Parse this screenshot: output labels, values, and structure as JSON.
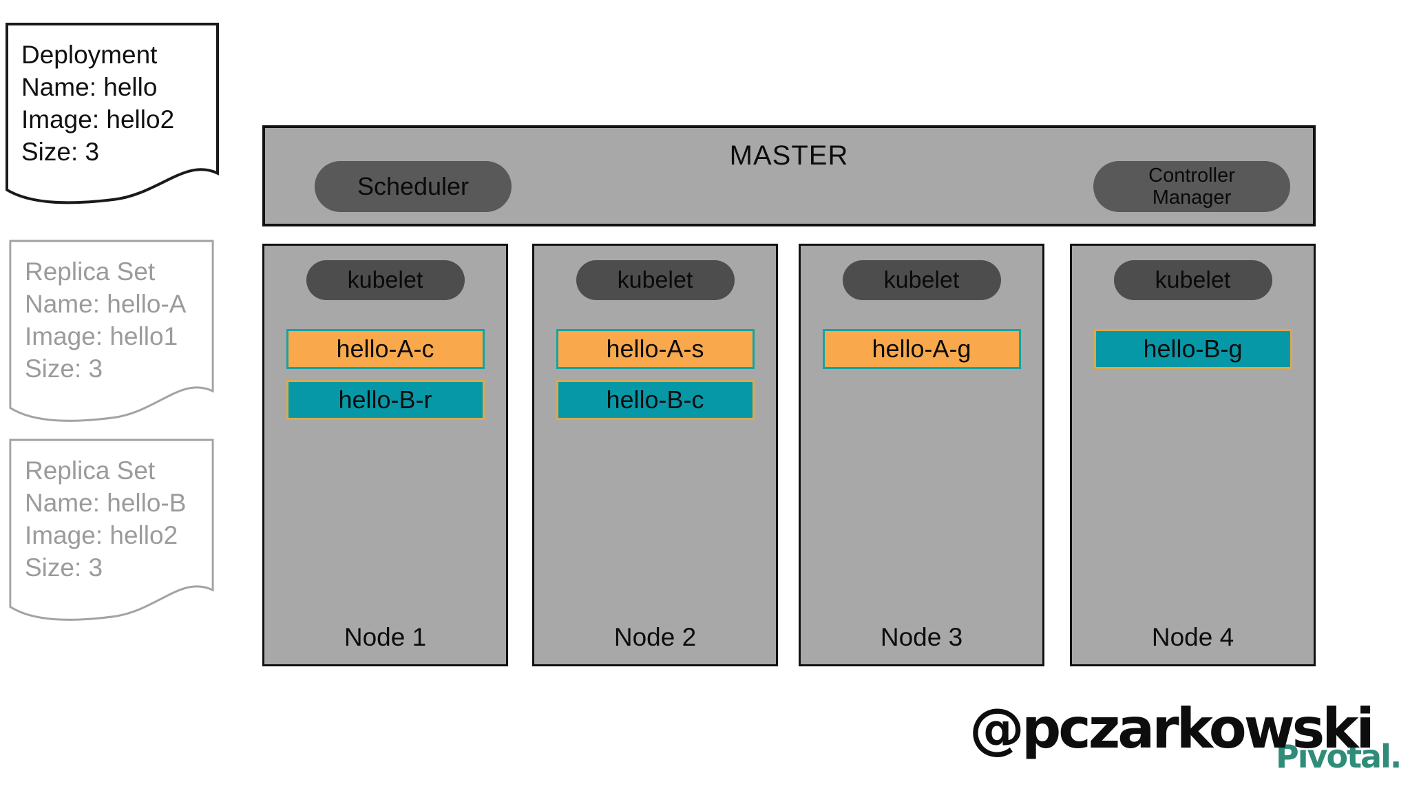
{
  "colors": {
    "panel_gray": "#a8a8a8",
    "pill_master": "#595959",
    "pill_kubelet": "#4d4d4d",
    "pod_orange": "#f9a94c",
    "pod_orange_border": "#14a3a3",
    "pod_teal": "#0798a8",
    "pod_teal_border": "#dca94e",
    "pivotal_teal": "#2e8c78"
  },
  "notes": {
    "deployment": {
      "lines": [
        "Deployment",
        "Name: hello",
        "Image: hello2",
        "Size: 3"
      ]
    },
    "replicaset_a": {
      "lines": [
        "Replica Set",
        "Name: hello-A",
        "Image: hello1",
        "Size: 3"
      ]
    },
    "replicaset_b": {
      "lines": [
        "Replica Set",
        "Name: hello-B",
        "Image: hello2",
        "Size: 3"
      ]
    }
  },
  "master": {
    "title": "MASTER",
    "scheduler_label": "Scheduler",
    "controller_line1": "Controller",
    "controller_line2": "Manager"
  },
  "nodes": [
    {
      "label": "Node 1",
      "kubelet": "kubelet",
      "pods": [
        {
          "text": "hello-A-c",
          "variant": "orange"
        },
        {
          "text": "hello-B-r",
          "variant": "teal"
        }
      ]
    },
    {
      "label": "Node 2",
      "kubelet": "kubelet",
      "pods": [
        {
          "text": "hello-A-s",
          "variant": "orange"
        },
        {
          "text": "hello-B-c",
          "variant": "teal"
        }
      ]
    },
    {
      "label": "Node 3",
      "kubelet": "kubelet",
      "pods": [
        {
          "text": "hello-A-g",
          "variant": "orange"
        }
      ]
    },
    {
      "label": "Node 4",
      "kubelet": "kubelet",
      "pods": [
        {
          "text": "hello-B-g",
          "variant": "teal"
        }
      ]
    }
  ],
  "footer": {
    "signature": "@pczarkowski",
    "logo_text": "Pivotal."
  }
}
